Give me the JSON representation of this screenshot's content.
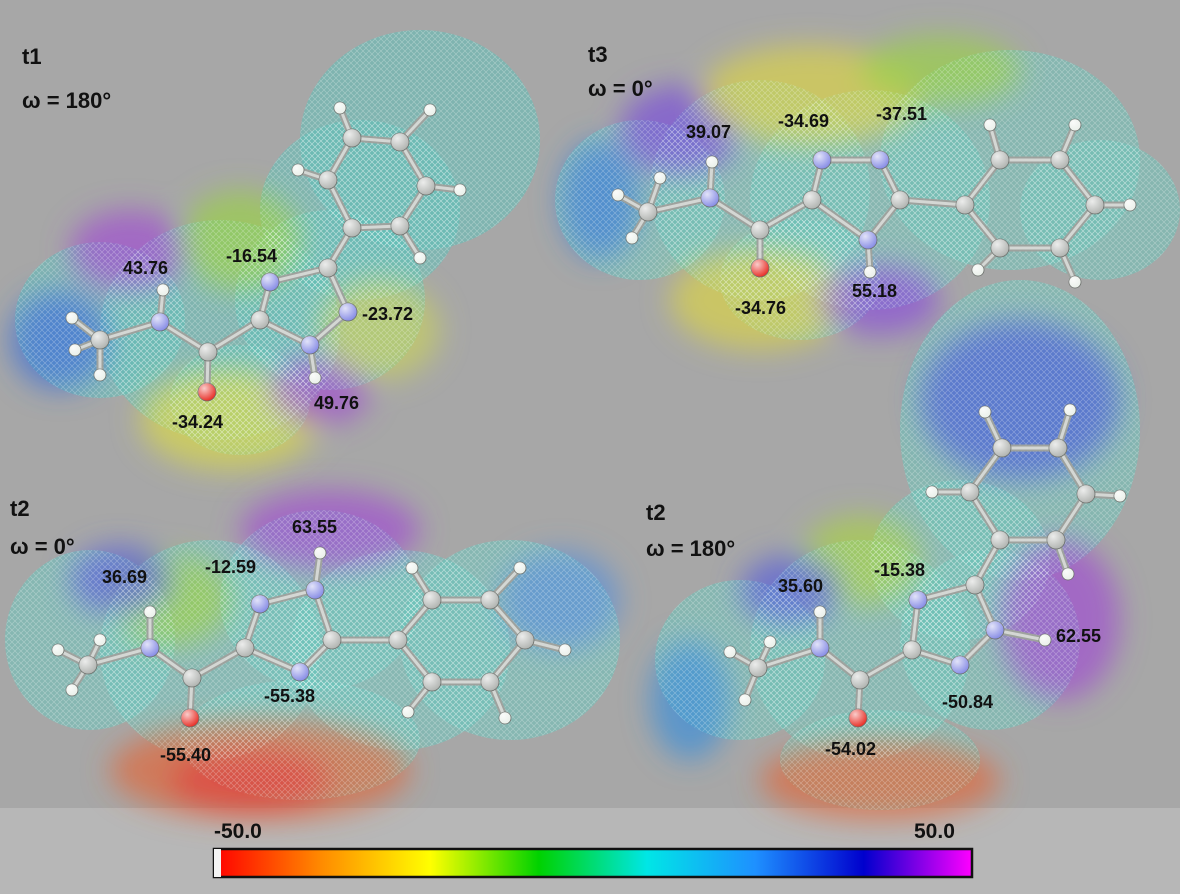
{
  "panels": {
    "t1": {
      "title": "t1",
      "omega": "ω = 180°",
      "values": [
        "43.76",
        "-16.54",
        "-23.72",
        "-34.24",
        "49.76"
      ]
    },
    "t3": {
      "title": "t3",
      "omega": "ω = 0°",
      "values": [
        "39.07",
        "-34.69",
        "-37.51",
        "-34.76",
        "55.18"
      ]
    },
    "t2a": {
      "title": "t2",
      "omega": "ω = 0°",
      "values": [
        "36.69",
        "-12.59",
        "63.55",
        "-55.38",
        "-55.40"
      ]
    },
    "t2b": {
      "title": "t2",
      "omega": "ω = 180°",
      "values": [
        "35.60",
        "-15.38",
        "62.55",
        "-50.84",
        "-54.02"
      ]
    }
  },
  "colorbar": {
    "min_label": "-50.0",
    "max_label": "50.0",
    "colors": [
      "#ff0000",
      "#ff8c00",
      "#ffff00",
      "#00d200",
      "#00e6e6",
      "#1e90ff",
      "#0000cd",
      "#ff00ff"
    ]
  },
  "atom_colors": {
    "carbon": "#b3b6b3",
    "nitrogen": "#8a8fe6",
    "oxygen": "#e8342c",
    "hydrogen": "#eaf0ea"
  }
}
